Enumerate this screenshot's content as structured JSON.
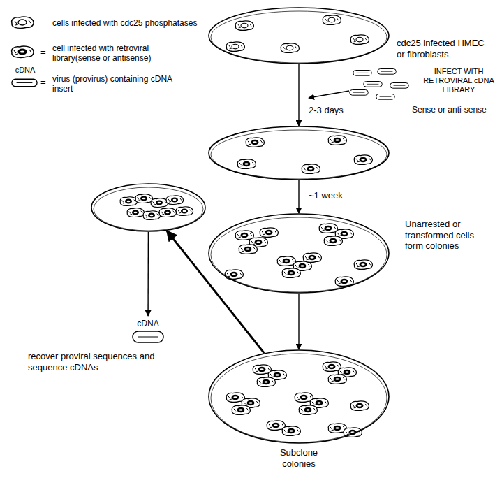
{
  "diagram": {
    "nodes": [
      {
        "text": [
          "cdc25 infected HMEC or fibroblasts"
        ]
      },
      {
        "text": []
      },
      {
        "text": [
          "Unarrested or transformed cells form colonies"
        ]
      },
      {
        "text": [
          "Subclone colonies"
        ]
      },
      {
        "text": []
      },
      {
        "text": [
          "cDNA"
        ]
      }
    ],
    "edges": [
      {
        "from": 0,
        "to": 1,
        "arrow": "to",
        "label": "2-3 days"
      },
      {
        "from": 1,
        "to": 2,
        "arrow": "to",
        "label": "~1 week"
      },
      {
        "from": 2,
        "to": 3,
        "arrow": "to"
      },
      {
        "from": 3,
        "to": 4,
        "arrow": "to"
      },
      {
        "from": 4,
        "to": 5,
        "arrow": "to"
      }
    ],
    "labels": [
      "=",
      "=",
      "=",
      "cDNA",
      "INFECT WITH RETROVIRAL cDNA LIBRARY",
      "Sense or anti-sense",
      "recover proviral sequences and sequence cDNAs"
    ],
    "legend": [
      {
        "text": "cells infected with cdc25 phosphatases"
      },
      {
        "text": "cell infected with retroviral library(sense or antisense)"
      },
      {
        "text": "virus (provirus) containing cDNA insert"
      }
    ]
  }
}
